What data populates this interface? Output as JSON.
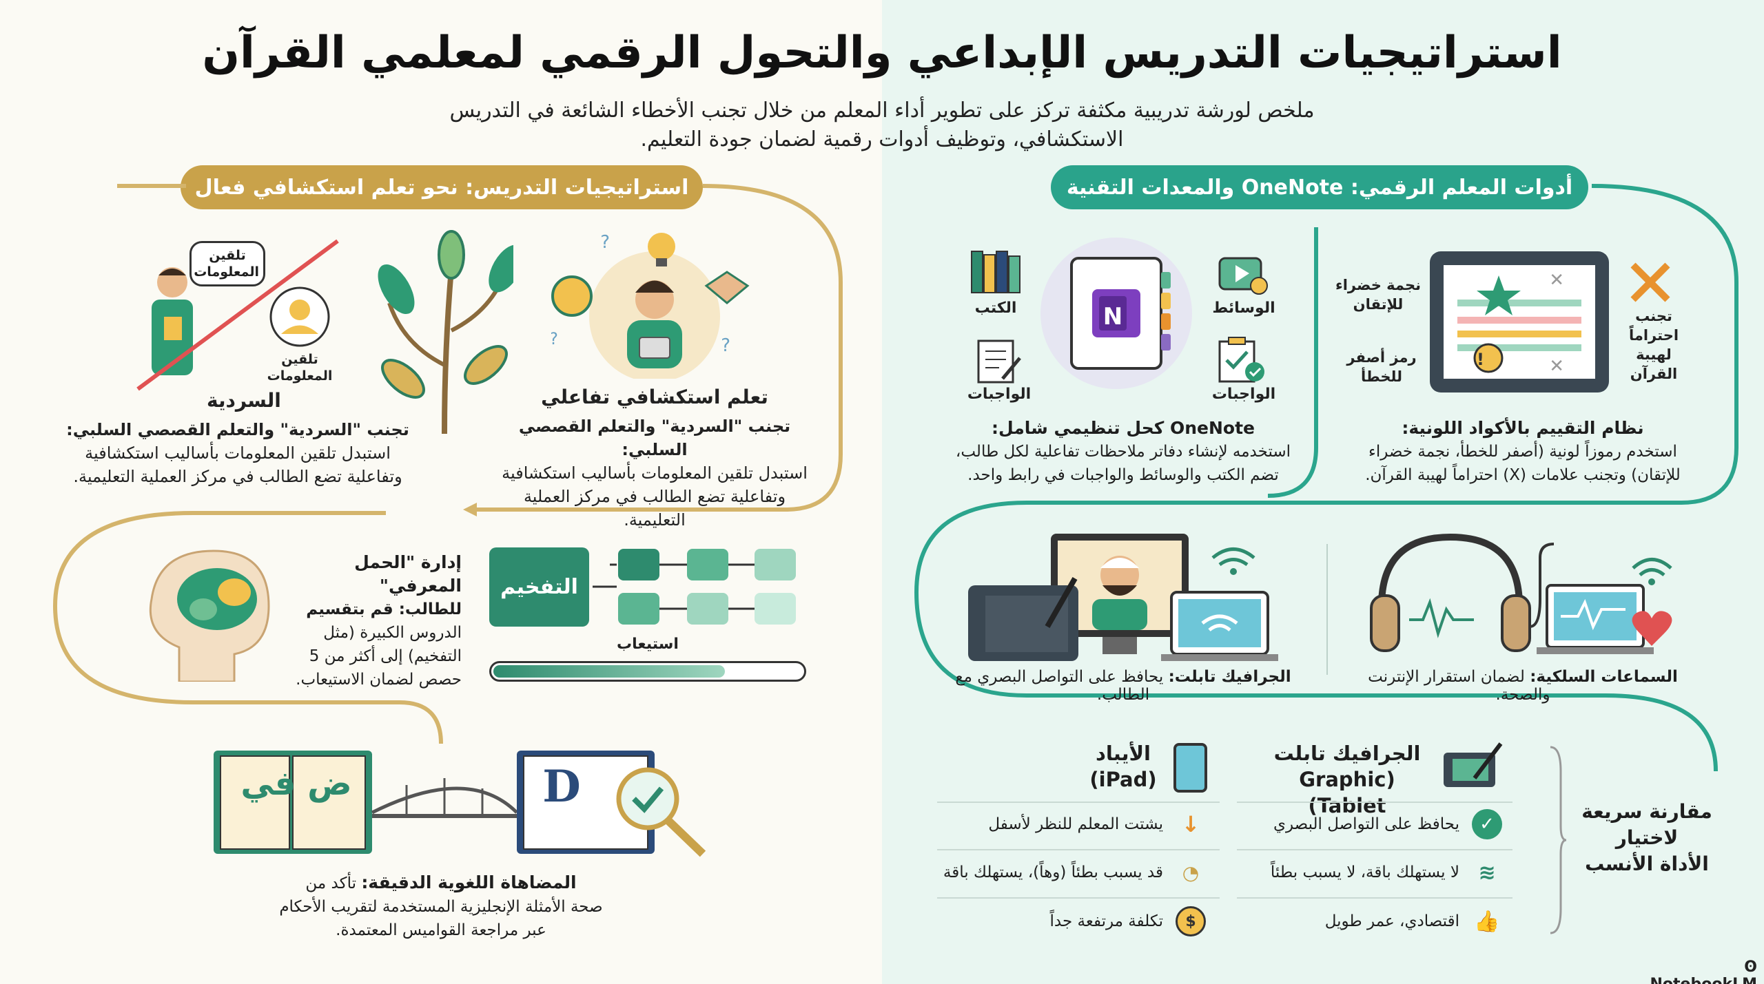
{
  "header": {
    "title": "استراتيجيات التدريس الإبداعي والتحول الرقمي لمعلمي القرآن",
    "subtitle_line1": "ملخص لورشة تدريبية مكثفة تركز على تطوير أداء المعلم من خلال تجنب الأخطاء الشائعة في التدريس",
    "subtitle_line2": "الاستكشافي، وتوظيف أدوات رقمية لضمان جودة التعليم."
  },
  "left_section": {
    "heading": "استراتيجيات التدريس: نحو تعلم استكشافي فعال",
    "interactive": {
      "title": "تعلم استكشافي تفاعلي",
      "body_bold": "تجنب \"السردية\" والتعلم القصصي السلبي:",
      "body_line1": "استبدل تلقين المعلومات بأساليب استكشافية",
      "body_line2": "وتفاعلية تضع الطالب في مركز العملية التعليمية."
    },
    "narrative": {
      "bubble_teacher": "تلقين المعلومات",
      "bubble_student": "تلقين المعلومات",
      "title": "السردية",
      "body_bold": "تجنب \"السردية\" والتعلم القصصي السلبي:",
      "body_line1": "استبدل تلقين المعلومات بأساليب استكشافية",
      "body_line2": "وتفاعلية تضع الطالب في مركز العملية التعليمية."
    },
    "cognitive": {
      "title": "إدارة \"الحمل المعرفي\"",
      "line1": "للطالب: قم بتقسيم",
      "line2": "الدروس الكبيرة (مثل",
      "line3": "التفخيم) إلى أكثر من 5",
      "line4": "حصص لضمان الاستيعاب.",
      "chunk_label": "التفخيم",
      "progress_label": "استيعاب",
      "progress": 0.75
    },
    "linguistic": {
      "book_letters": "ض  في",
      "dict_letter": "D",
      "title": "المضاهاة اللغوية الدقيقة:",
      "title_rest": "تأكد من",
      "line2": "صحة الأمثلة الإنجليزية المستخدمة لتقريب الأحكام",
      "line3": "عبر مراجعة القواميس المعتمدة."
    }
  },
  "right_section": {
    "heading": "أدوات المعلم الرقمي: OneNote والمعدات التقنية",
    "grading": {
      "green_star": "نجمة خضراء للإتقان",
      "yellow_mark": "رمز أصفر للخطأ",
      "avoid": "تجنب احتراماً لهيبة القرآن",
      "title": "نظام التقييم بالأكواد اللونية:",
      "line1": "استخدم رموزاً لونية (أصفر للخطأ، نجمة خضراء",
      "line2": "للإتقان) وتجنب علامات (X) احتراماً لهيبة القرآن."
    },
    "onenote": {
      "books": "الكتب",
      "media": "الوسائط",
      "homework_left": "الواجبات",
      "homework_right": "الواجبات",
      "logo_letter": "N",
      "title": "OneNote كحل تنظيمي شامل:",
      "line1": "استخدمه لإنشاء دفاتر ملاحظات تفاعلية لكل طالب،",
      "line2": "تضم الكتب والوسائط والواجبات في رابط واحد."
    },
    "headphones": {
      "title": "السماعات السلكية:",
      "rest": "لضمان استقرار الإنترنت والصحة."
    },
    "tablet": {
      "title": "الجرافيك تابلت:",
      "rest": "يحافظ على التواصل البصري مع الطالب."
    },
    "comparison": {
      "side_label_1": "مقارنة سريعة",
      "side_label_2": "لاختيار",
      "side_label_3": "الأداة الأنسب",
      "col1_title_1": "الجرافيك تابلت",
      "col1_title_2": "(Graphic Tablet)",
      "col2_title_1": "الأيباد",
      "col2_title_2": "(iPad)",
      "col1_rows": [
        "يحافظ على التواصل البصري",
        "لا يستهلك باقة، لا يسبب بطئاً",
        "اقتصادي، عمر طويل"
      ],
      "col2_rows": [
        "يشتت المعلم للنظر لأسفل",
        "قد يسبب بطئاً (وهاً)، يستهلك باقة",
        "تكلفة مرتفعة جداً"
      ]
    }
  },
  "footer": {
    "brand": "NotebookLM"
  },
  "colors": {
    "gold": "#c9a24a",
    "teal": "#2aa38b",
    "green_dark": "#2e8b6e",
    "red": "#e05252"
  }
}
